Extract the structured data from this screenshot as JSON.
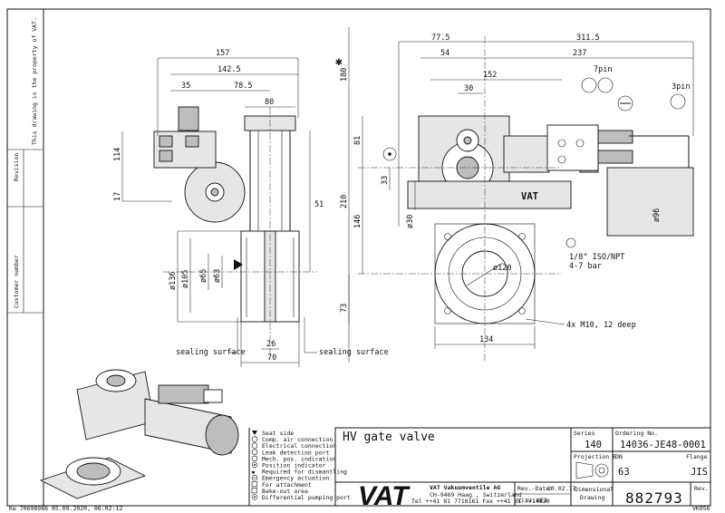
{
  "side_strip": {
    "property_notice": "This drawing is the property of VAT.",
    "revision_label": "Revision",
    "customer_number_label": "Customer number"
  },
  "bottom_strip": {
    "left_code": "Ke   70698986   05.09.2020, 06:02:12",
    "right_code": "VK056"
  },
  "legend": {
    "items": [
      {
        "icon": "triangle-down-icon",
        "label": "Seat side"
      },
      {
        "icon": "circle-icon",
        "label": "Comp. air connection"
      },
      {
        "icon": "lightning-circle-icon",
        "label": "Electrical connection"
      },
      {
        "icon": "diamond-circle-icon",
        "label": "Leak detection port"
      },
      {
        "icon": "wave-circle-icon",
        "label": "Mech. pos. indication"
      },
      {
        "icon": "arrow-circle-icon",
        "label": "Position indicator"
      },
      {
        "icon": "asterisk-icon",
        "label": "Required for dismantling"
      },
      {
        "icon": "minus-circle-icon",
        "label": "Emergency actuation"
      },
      {
        "icon": "square-icon",
        "label": "For attachment"
      },
      {
        "icon": "flame-square-icon",
        "label": "Bake-out area"
      },
      {
        "icon": "dot-circle-icon",
        "label": "Differential pumping port"
      }
    ]
  },
  "title_block": {
    "title": "HV gate valve",
    "company_name": "VAT Vakuumventile AG",
    "company_address": "CH-9469 Haag , Switzerland",
    "company_contact": "Tel ++41 81 7716161 Fax ++41 81 7714830",
    "logo_text": "VAT",
    "rev_date_label": "Rev.-Date:",
    "rev_date_value": "20.02.17",
    "visa_label": "Visa:",
    "visa_value": "KEJ",
    "series_label": "Series",
    "series_value": "140",
    "ordering_label": "Ordering No.",
    "ordering_value": "14036-JE48-0001",
    "projection_label": "Projection E",
    "dn_label": "DN",
    "dn_value": "63",
    "flange_label": "Flange",
    "flange_value": "JIS",
    "dimensional_label_1": "Dimensional",
    "dimensional_label_2": "Drawing",
    "drawing_number": "882793",
    "rev_label": "Rev."
  },
  "dimensions": {
    "side_view": {
      "d157": "157",
      "d142_5": "142.5",
      "d35": "35",
      "d78_5": "78.5",
      "d80": "80",
      "d114": "114",
      "d17": "17",
      "d51": "51",
      "d136": "ø136",
      "d105": "ø105",
      "d65": "ø65",
      "d63": "ø63",
      "d26": "26",
      "d70": "70",
      "sealing_left": "sealing surface",
      "sealing_right": "sealing surface"
    },
    "front_view": {
      "d77_5": "77.5",
      "d311_5": "311.5",
      "d54": "54",
      "d237": "237",
      "d152": "152",
      "d30": "30",
      "d180": "180",
      "d81": "81",
      "d33": "33",
      "d210": "210",
      "d146": "146",
      "d30b": "ø30",
      "d96": "ø96",
      "d120": "ø120",
      "d73": "73",
      "d134": "134",
      "pin7": "7pin",
      "pin3": "3pin",
      "npt_1": "1/8\" ISO/NPT",
      "npt_2": "4-7 bar",
      "bolts": "4x M10, 12 deep",
      "asterisk_mark": "✱"
    }
  }
}
